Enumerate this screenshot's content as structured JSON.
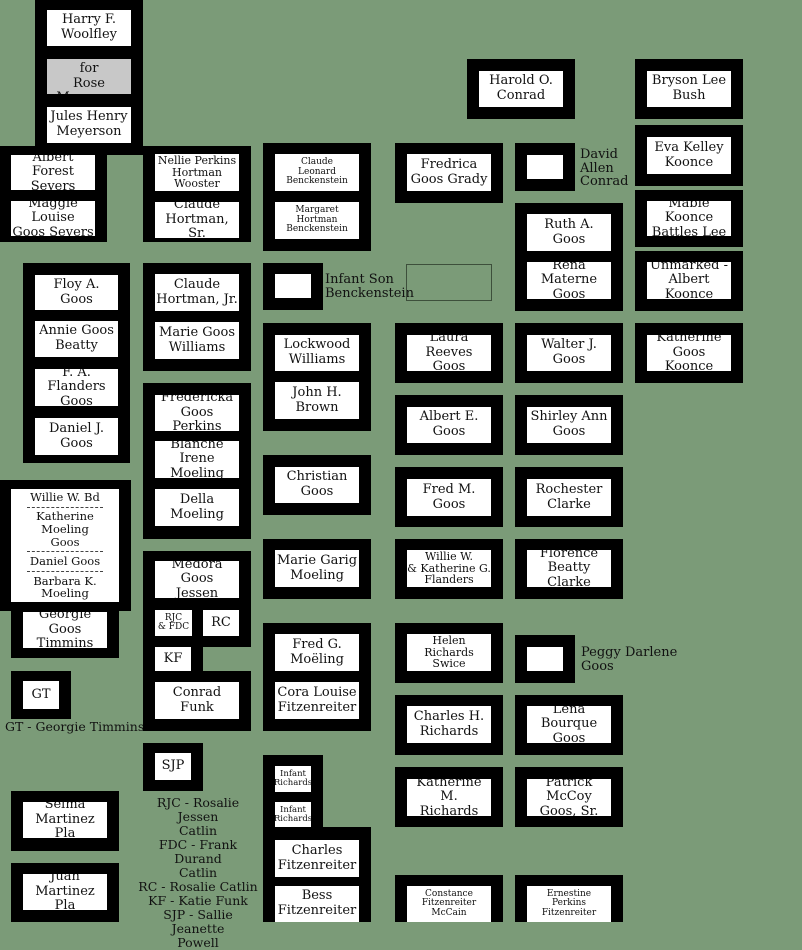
{
  "plots": [
    {
      "id": "woolfley",
      "lines": "Harry F.\nWoolfley"
    },
    {
      "id": "rose",
      "lines": "Reserved for\nRose Meyerson"
    },
    {
      "id": "jules",
      "lines": "Jules Henry\nMeyerson"
    },
    {
      "id": "harold",
      "lines": "Harold O.\nConrad"
    },
    {
      "id": "bryson",
      "lines": "Bryson Lee\nBush"
    },
    {
      "id": "albert_severs",
      "lines": "Albert Forest\nSevers"
    },
    {
      "id": "maggie",
      "lines": "Maggie Louise\nGoos Severs"
    },
    {
      "id": "nellie",
      "lines": "Nellie Perkins\nHortman\nWooster"
    },
    {
      "id": "claude_sr",
      "lines": "Claude\nHortman, Sr."
    },
    {
      "id": "claude_leonard",
      "lines": "Claude\nLeonard\nBenckenstein"
    },
    {
      "id": "margaret",
      "lines": "Margaret\nHortman\nBenckenstein"
    },
    {
      "id": "fredrica_grady",
      "lines": "Fredrica\nGoos Grady"
    },
    {
      "id": "eva",
      "lines": "Eva Kelley\nKoonce"
    },
    {
      "id": "mable",
      "lines": "Mable Koonce\nBattles Lee"
    },
    {
      "id": "ruth",
      "lines": "Ruth A.\nGoos"
    },
    {
      "id": "rena",
      "lines": "Rena Materne\nGoos"
    },
    {
      "id": "unmarked",
      "lines": "Unmarked -\nAlbert Koonce"
    },
    {
      "id": "floy",
      "lines": "Floy A.\nGoos"
    },
    {
      "id": "annie",
      "lines": "Annie Goos\nBeatty"
    },
    {
      "id": "flanders",
      "lines": "F. A. Flanders\nGoos"
    },
    {
      "id": "daniel_j",
      "lines": "Daniel J.\nGoos"
    },
    {
      "id": "claude_jr",
      "lines": "Claude\nHortman, Jr."
    },
    {
      "id": "marie_williams",
      "lines": "Marie Goos\nWilliams"
    },
    {
      "id": "lockwood",
      "lines": "Lockwood\nWilliams"
    },
    {
      "id": "john_brown",
      "lines": "John H.\nBrown"
    },
    {
      "id": "laura",
      "lines": "Laura Reeves\nGoos"
    },
    {
      "id": "walter",
      "lines": "Walter J.\nGoos"
    },
    {
      "id": "katherine_koonce",
      "lines": "Katherine\nGoos Koonce"
    },
    {
      "id": "fredericka_perkins",
      "lines": "Fredericka\nGoos Perkins"
    },
    {
      "id": "blanche",
      "lines": "Blanche Irene\nMoeling"
    },
    {
      "id": "della",
      "lines": "Della\nMoeling"
    },
    {
      "id": "albert_goos",
      "lines": "Albert E.\nGoos"
    },
    {
      "id": "shirley",
      "lines": "Shirley Ann\nGoos"
    },
    {
      "id": "christian",
      "lines": "Christian\nGoos"
    },
    {
      "id": "fred_m",
      "lines": "Fred M.\nGoos"
    },
    {
      "id": "rochester",
      "lines": "Rochester\nClarke"
    },
    {
      "id": "medora",
      "lines": "Medora Goos\nJessen"
    },
    {
      "id": "rjc_fdc",
      "lines": "RJC\n& FDC"
    },
    {
      "id": "rc",
      "lines": "RC"
    },
    {
      "id": "kf",
      "lines": "KF"
    },
    {
      "id": "conrad_funk",
      "lines": "Conrad Funk"
    },
    {
      "id": "marie_moeling",
      "lines": "Marie Garig\nMoeling"
    },
    {
      "id": "ww_flanders",
      "lines": "Willie W.\n& Katherine G.\nFlanders"
    },
    {
      "id": "florence",
      "lines": "Florence\nBeatty Clarke"
    },
    {
      "id": "georgie",
      "lines": "Georgie Goos\nTimmins"
    },
    {
      "id": "gt",
      "lines": "GT"
    },
    {
      "id": "fred_g",
      "lines": "Fred G.\nMoëling"
    },
    {
      "id": "cora",
      "lines": "Cora Louise\nFitzenreiter"
    },
    {
      "id": "helen",
      "lines": "Helen\nRichards\nSwice"
    },
    {
      "id": "charles_richards",
      "lines": "Charles H.\nRichards"
    },
    {
      "id": "lena",
      "lines": "Lena Bourque\nGoos"
    },
    {
      "id": "sjp",
      "lines": "SJP"
    },
    {
      "id": "infant_r1",
      "lines": "Infant\nRichards"
    },
    {
      "id": "infant_r2",
      "lines": "Infant\nRichards"
    },
    {
      "id": "katherine_richards",
      "lines": "Katherine M.\nRichards"
    },
    {
      "id": "patrick",
      "lines": "Patrick McCoy\nGoos, Sr."
    },
    {
      "id": "selma",
      "lines": "Selma\nMartinez Pla"
    },
    {
      "id": "charles_fitz",
      "lines": "Charles\nFitzenreiter"
    },
    {
      "id": "juan",
      "lines": "Juan\nMartinez Pla"
    },
    {
      "id": "bess",
      "lines": "Bess\nFitzenreiter"
    },
    {
      "id": "constance",
      "lines": "Constance\nFitzenreiter\nMcCain"
    },
    {
      "id": "ernestine",
      "lines": "Ernestine\nPerkins\nFitzenreiter"
    }
  ],
  "willie_stack": [
    "Willie W. Bd",
    "Katherine Moeling\nGoos",
    "Daniel Goos",
    "Barbara K. Moeling"
  ],
  "labels": {
    "david": "David\nAllen\nConrad",
    "infant_son": "Infant Son\nBenckenstein",
    "peggy": "Peggy Darlene\nGoos",
    "gt_legend": "GT - Georgie Timmins",
    "funk_legend": "RJC - Rosalie Jessen\nCatlin\nFDC - Frank Durand\nCatlin\nRC - Rosalie Catlin\nKF - Katie Funk\nSJP - Sallie Jeanette\nPowell"
  },
  "colors": {
    "background": "#7b9b78",
    "plot_border": "#000000",
    "plot_fill": "#ffffff",
    "reserved_fill": "#c8c8c8"
  }
}
